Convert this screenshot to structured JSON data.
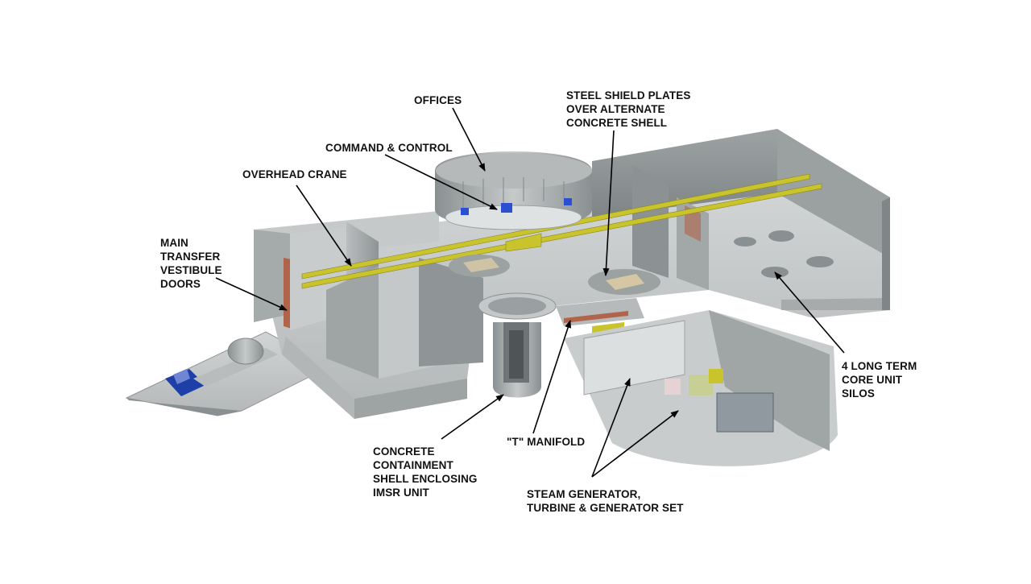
{
  "labels": {
    "offices": [
      "OFFICES"
    ],
    "steel_shield": [
      "STEEL SHIELD PLATES",
      "OVER ALTERNATE",
      "CONCRETE SHELL"
    ],
    "command_control": [
      "COMMAND & CONTROL"
    ],
    "overhead_crane": [
      "OVERHEAD CRANE"
    ],
    "main_transfer": [
      "MAIN",
      "TRANSFER",
      "VESTIBULE",
      "DOORS"
    ],
    "silos": [
      "4 LONG TERM",
      "CORE UNIT",
      "SILOS"
    ],
    "containment": [
      "CONCRETE",
      "CONTAINMENT",
      "SHELL ENCLOSING",
      "IMSR UNIT"
    ],
    "t_manifold": [
      "\"T\" MANIFOLD"
    ],
    "steam_generator": [
      "STEAM GENERATOR,",
      "TURBINE & GENERATOR SET"
    ]
  },
  "colors": {
    "wall_light": "#d3d6d6",
    "wall_mid": "#a9adae",
    "wall_dark": "#7d8384",
    "floor": "#c2c6c6",
    "crane_rail": "#c9c42c",
    "truck": "#1f3fa8",
    "equipment_blue": "#2a4fd0",
    "rust": "#b0644a"
  }
}
